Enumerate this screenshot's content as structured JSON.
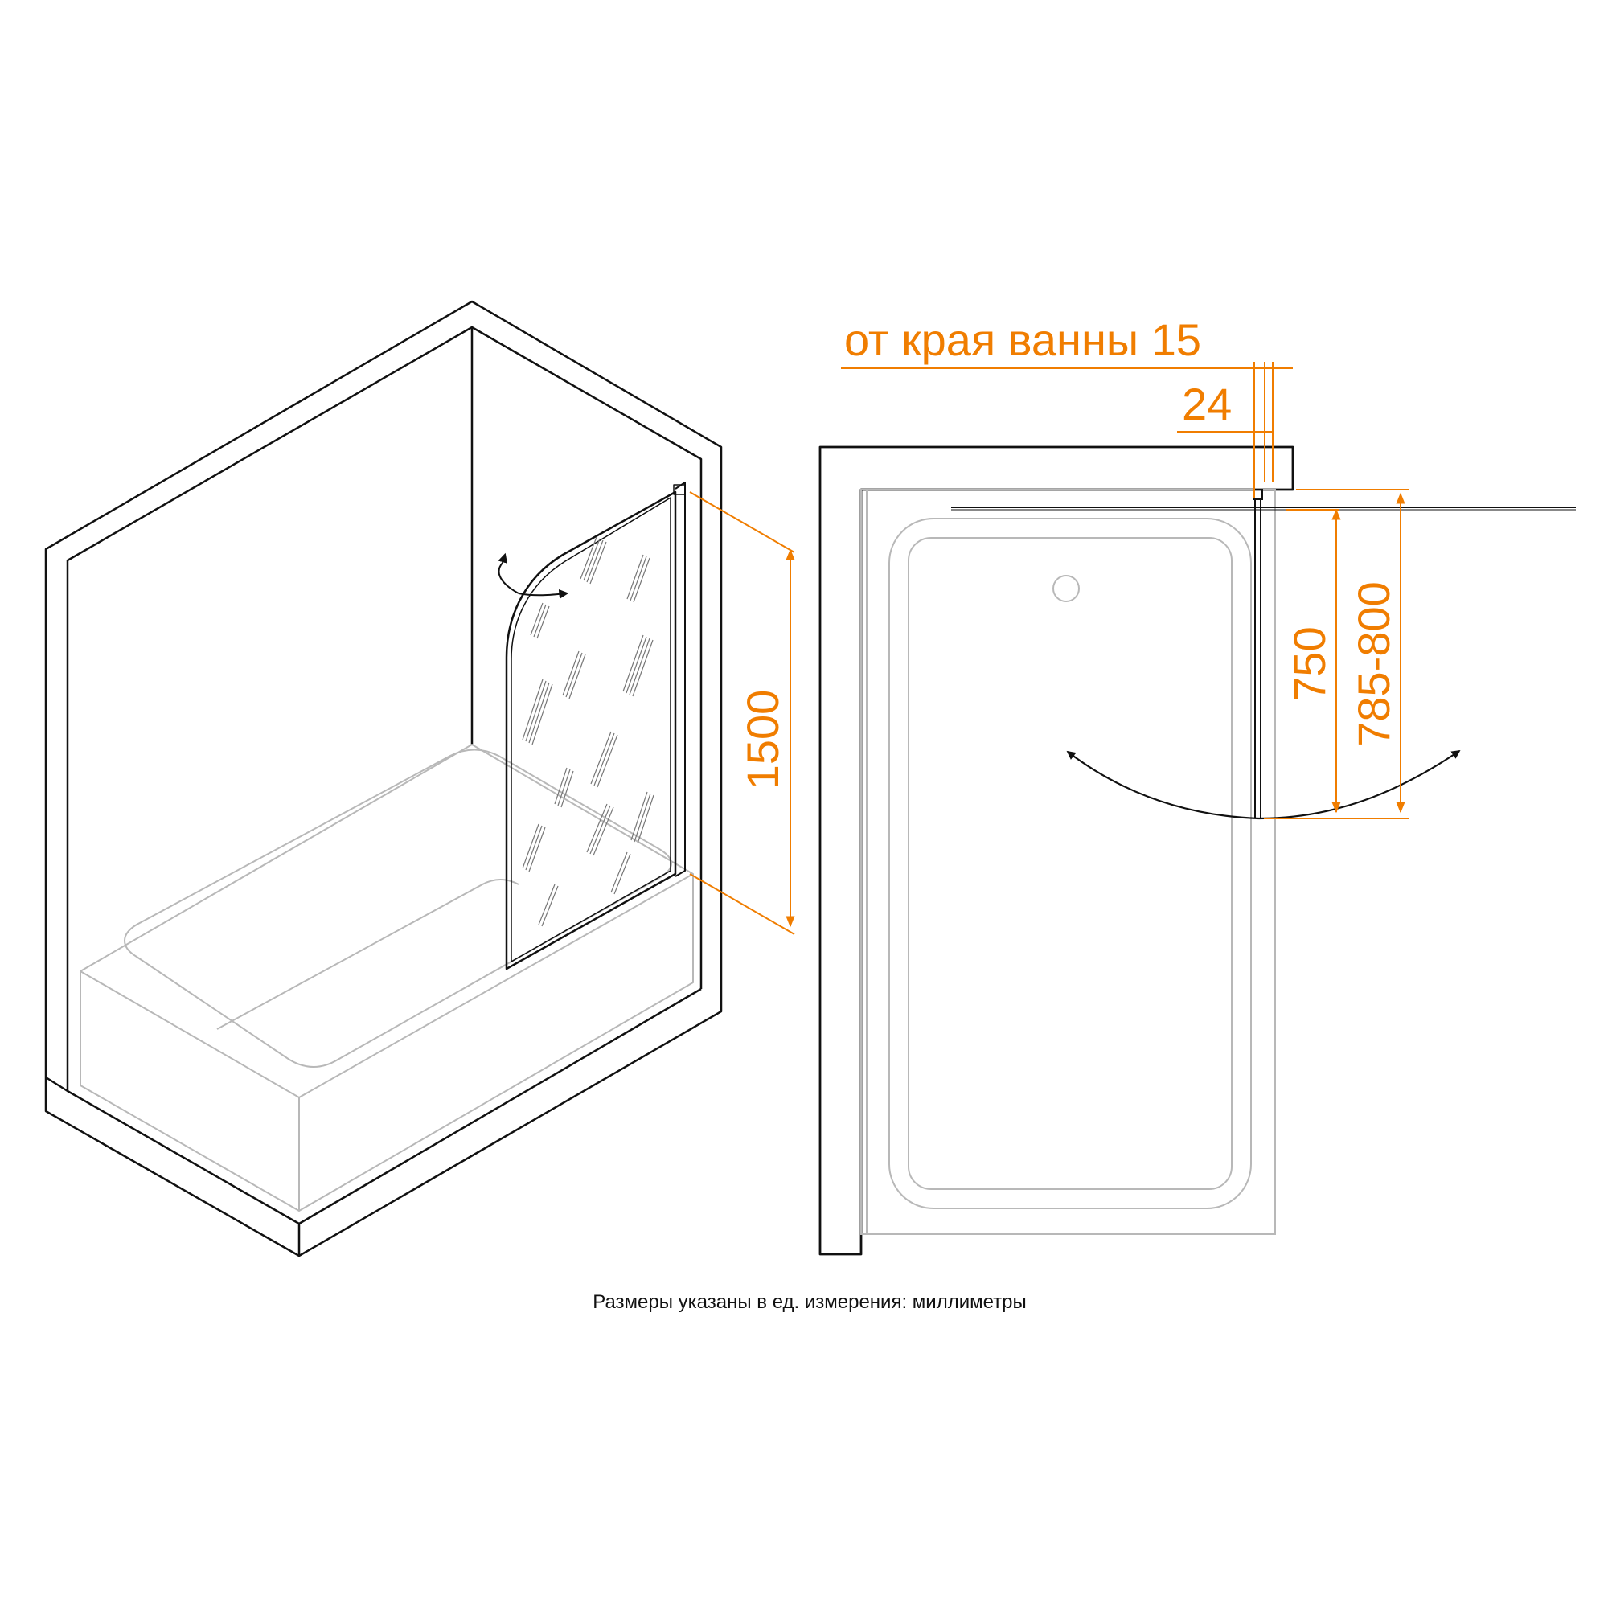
{
  "colors": {
    "line": "#111111",
    "light": "#b8b8b8",
    "dimension": "#f07d00",
    "background": "#ffffff"
  },
  "labels": {
    "height_total": "1500",
    "edge_offset": "от края ванны 15",
    "profile_width": "24",
    "panel_width": "750",
    "swing_range": "785-800",
    "units_note": "Размеры указаны в ед. измерения: миллиметры"
  },
  "icons": {
    "swing_arrow_left": "double-arrow-left-swing",
    "swing_arrow_right": "double-arrow-right-swing"
  }
}
